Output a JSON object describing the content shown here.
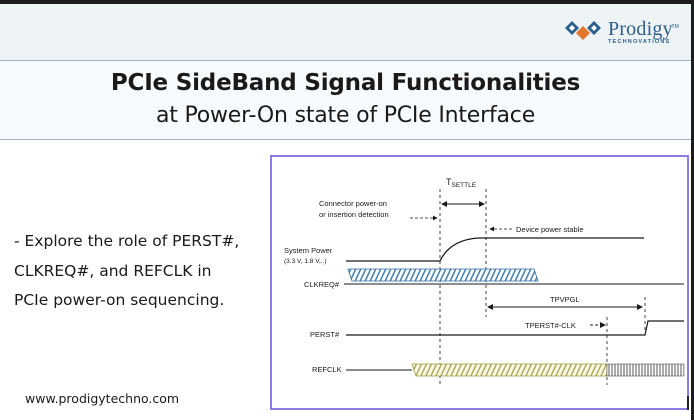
{
  "brand": {
    "name": "Prodigy",
    "sub": "TECHNOVATIONS",
    "tm": "TM",
    "colors": {
      "primary": "#2c5f8a",
      "accent": "#e2762b"
    }
  },
  "title": {
    "line1": "PCIe SideBand Signal Functionalities",
    "line2": "at Power-On state of PCIe Interface"
  },
  "bullet": {
    "lines": [
      "- Explore the role of PERST#,",
      "CLKREQ#, and REFCLK in",
      "PCIe power-on  sequencing."
    ]
  },
  "footer": {
    "url": "www.prodigytechno.com"
  },
  "diagram": {
    "tsettle_main": "T",
    "tsettle_sub": "SETTLE",
    "connector_line1": "Connector power-on",
    "connector_line2": "or insertion detection",
    "device_power_stable": "Device power stable",
    "system_power": "System Power",
    "system_power_sub": "(3.3 V, 1.8 V,..)",
    "clkreq": "CLKREQ#",
    "tpvpgl": "TPVPGL",
    "perst": "PERST#",
    "tperst_clk": "TPERST#-CLK",
    "refclk": "REFCLK",
    "colors": {
      "hatch_blue": "#2f6fa3",
      "hatch_olive": "#9a9a3a",
      "purple_frame": "#8f7ae6"
    }
  }
}
